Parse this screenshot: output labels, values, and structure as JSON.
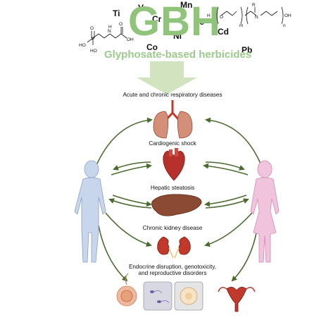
{
  "header": {
    "title": "GBH",
    "subtitle": "Glyphosate-based herbicides"
  },
  "metals": {
    "ti": "Ti",
    "v": "V",
    "cr": "Cr",
    "mn": "Mn",
    "fe": "Fe",
    "ni": "Ni",
    "co": "Co",
    "cd": "Cd",
    "pb": "Pb"
  },
  "chem": {
    "glyphosate": {
      "ho1": "HO",
      "p": "P",
      "o1": "O",
      "ho2": "HO",
      "n": "N",
      "h": "H",
      "o2": "O",
      "oh": "OH"
    },
    "surfactant": {
      "h": "H",
      "o": "O",
      "n": "N",
      "r": "R",
      "m": "m",
      "n_sub": "n",
      "oh": "OH"
    }
  },
  "effects": {
    "respiratory": "Acute and chronic respiratory diseases",
    "cardiogenic": "Cardiogenic shock",
    "hepatic": "Hepatic steatosis",
    "kidney": "Chronic kidney disease",
    "endocrine_line1": "Endocrine disruption, genotoxicity,",
    "endocrine_line2": "and reproductive disorders"
  },
  "icons": [
    "lungs-icon",
    "heart-icon",
    "liver-icon",
    "kidneys-icon",
    "male-figure-icon",
    "female-figure-icon",
    "testis-icon",
    "sperm-icon",
    "oocyte-icon",
    "uterus-icon"
  ],
  "colors": {
    "gbh_green": "#8fc47a",
    "arrow_green": "#4a6b2e",
    "big_arrow": "#d2e4bf",
    "male_blue": "#c8d6ec",
    "female_pink": "#f1c3dc",
    "organ_red": "#c0392b",
    "liver_brown": "#8b4a32"
  }
}
